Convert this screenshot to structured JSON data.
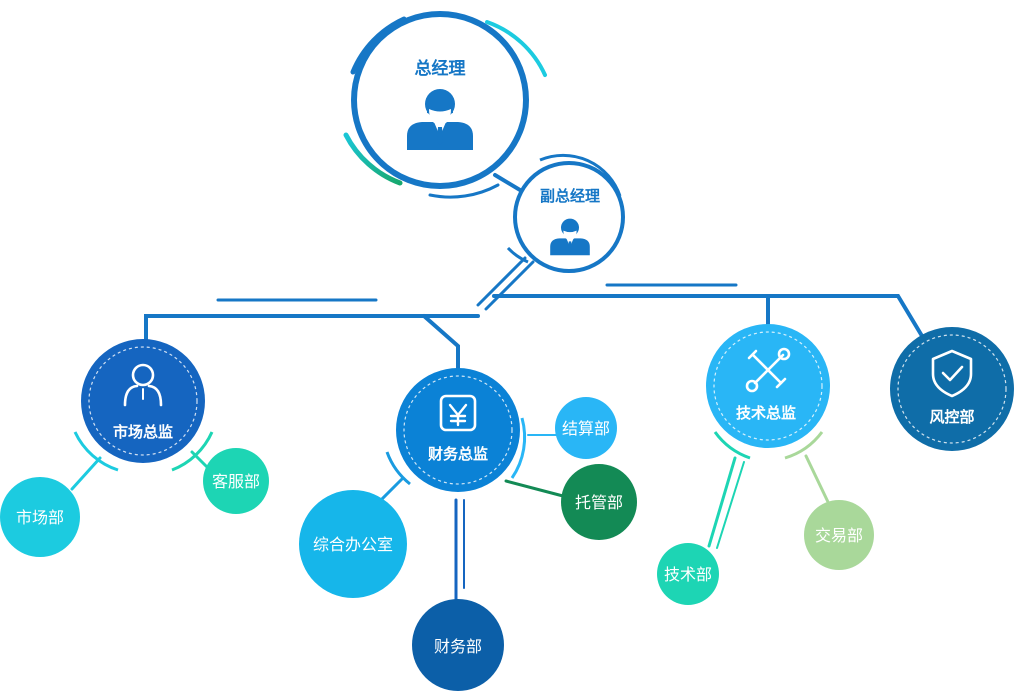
{
  "nodes": {
    "gm": "总经理",
    "dgm": "副总经理",
    "market_director": "市场总监",
    "finance_director": "财务总监",
    "tech_director": "技术总监",
    "risk": "风控部",
    "market_dept": "市场部",
    "service_dept": "客服部",
    "office": "综合办公室",
    "finance_dept": "财务部",
    "settlement_dept": "结算部",
    "custody_dept": "托管部",
    "tech_dept": "技术部",
    "trade_dept": "交易部"
  },
  "colors": {
    "blue_dark": "#1565c0",
    "blue_mid": "#0b82d6",
    "blue_light": "#29b6f6",
    "cyan": "#1ccbe0",
    "teal": "#1dd5b4",
    "green_dark": "#138a55",
    "sage": "#a9d89a",
    "navy": "#0c5fa8",
    "line": "#1677c6"
  },
  "icons": {
    "gm": "manager-icon",
    "dgm": "manager-icon",
    "market_director": "person-icon",
    "finance_director": "yuan-icon",
    "tech_director": "tools-icon",
    "risk": "shield-check-icon"
  }
}
